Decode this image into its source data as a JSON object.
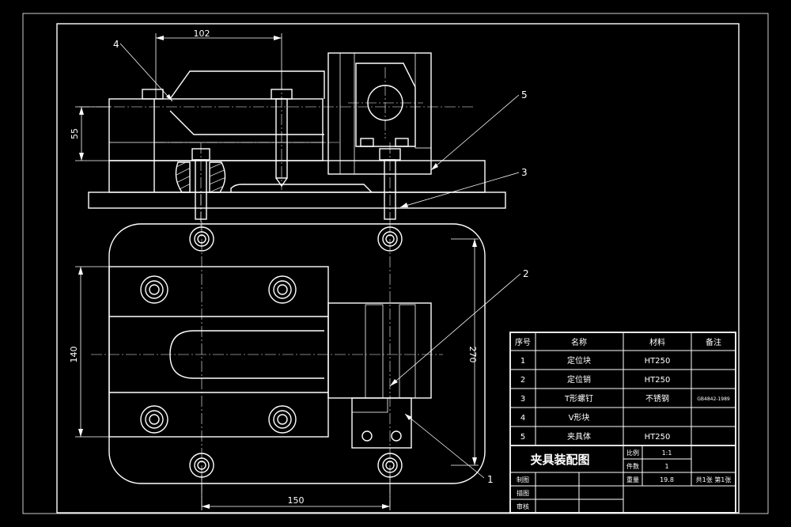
{
  "dimensions": {
    "d102": "102",
    "d55": "55",
    "d140": "140",
    "d270": "270",
    "d150": "150"
  },
  "balloons": {
    "b1": "1",
    "b2": "2",
    "b3": "3",
    "b4": "4",
    "b5": "5"
  },
  "bom": {
    "headers": [
      "序号",
      "名称",
      "材料",
      "备注"
    ],
    "rows": [
      {
        "no": "1",
        "name": "定位块",
        "material": "HT250",
        "note": ""
      },
      {
        "no": "2",
        "name": "定位销",
        "material": "HT250",
        "note": ""
      },
      {
        "no": "3",
        "name": "T形螺钉",
        "material": "不锈钢",
        "note": "GB4842-1989"
      },
      {
        "no": "4",
        "name": "V形块",
        "material": "",
        "note": ""
      },
      {
        "no": "5",
        "name": "夹具体",
        "material": "HT250",
        "note": ""
      }
    ]
  },
  "title_block": {
    "title": "夹具装配图",
    "scale_label": "比例",
    "scale_value": "1:1",
    "count_label": "件数",
    "count_value": "1",
    "weight_label": "重量",
    "weight_value": "19.8",
    "sheet_info": "共1张 第1张",
    "drawn_label": "制图",
    "check_label": "描图",
    "review_label": "审核"
  }
}
